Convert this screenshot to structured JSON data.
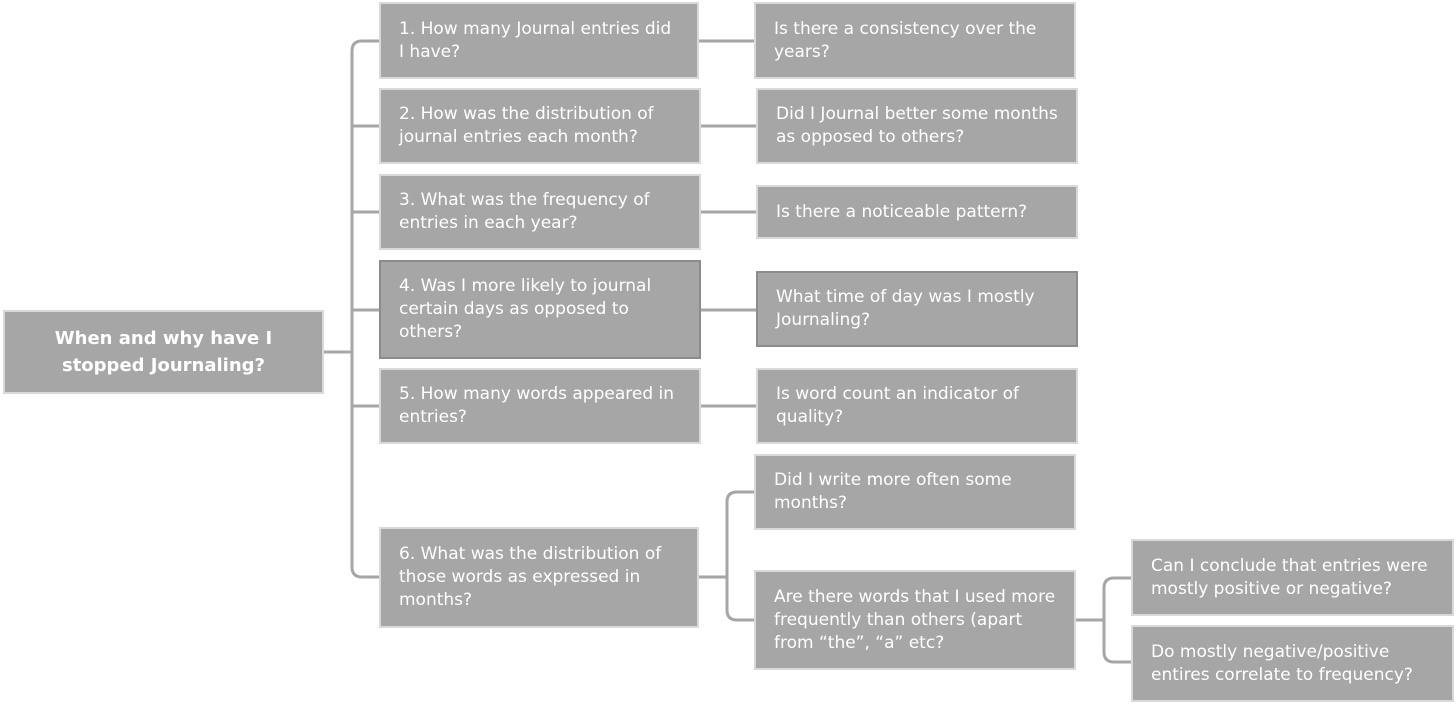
{
  "root": {
    "label": "When and why have I stopped Journaling?"
  },
  "questions": [
    {
      "label": "1. How many Journal entries did I have?"
    },
    {
      "label": "2. How was the distribution of journal entries each month?"
    },
    {
      "label": "3. What was the frequency of entries in each year?"
    },
    {
      "label": "4. Was I more likely to journal certain days as opposed to others?"
    },
    {
      "label": "5. How many words appeared in entries?"
    },
    {
      "label": "6. What was the distribution of those words as expressed in months?"
    }
  ],
  "followups": [
    {
      "label": "Is there a consistency over the years?"
    },
    {
      "label": "Did I Journal better some months as opposed to others?"
    },
    {
      "label": "Is there a noticeable pattern?"
    },
    {
      "label": "What time of day was I mostly Journaling?"
    },
    {
      "label": "Is word count an indicator of quality?"
    },
    {
      "label": "Did I write more often some months?"
    },
    {
      "label": "Are there words that I used more frequently than others (apart from “the”, “a” etc?"
    }
  ],
  "subfollowups": [
    {
      "label": "Can I conclude that entries were mostly positive or negative?"
    },
    {
      "label": "Do mostly negative/positive entires correlate to frequency?"
    }
  ],
  "colors": {
    "node_fill": "#a6a6a6",
    "node_border": "#d9d9d9",
    "connector": "#a6a6a6",
    "text": "#ffffff"
  }
}
